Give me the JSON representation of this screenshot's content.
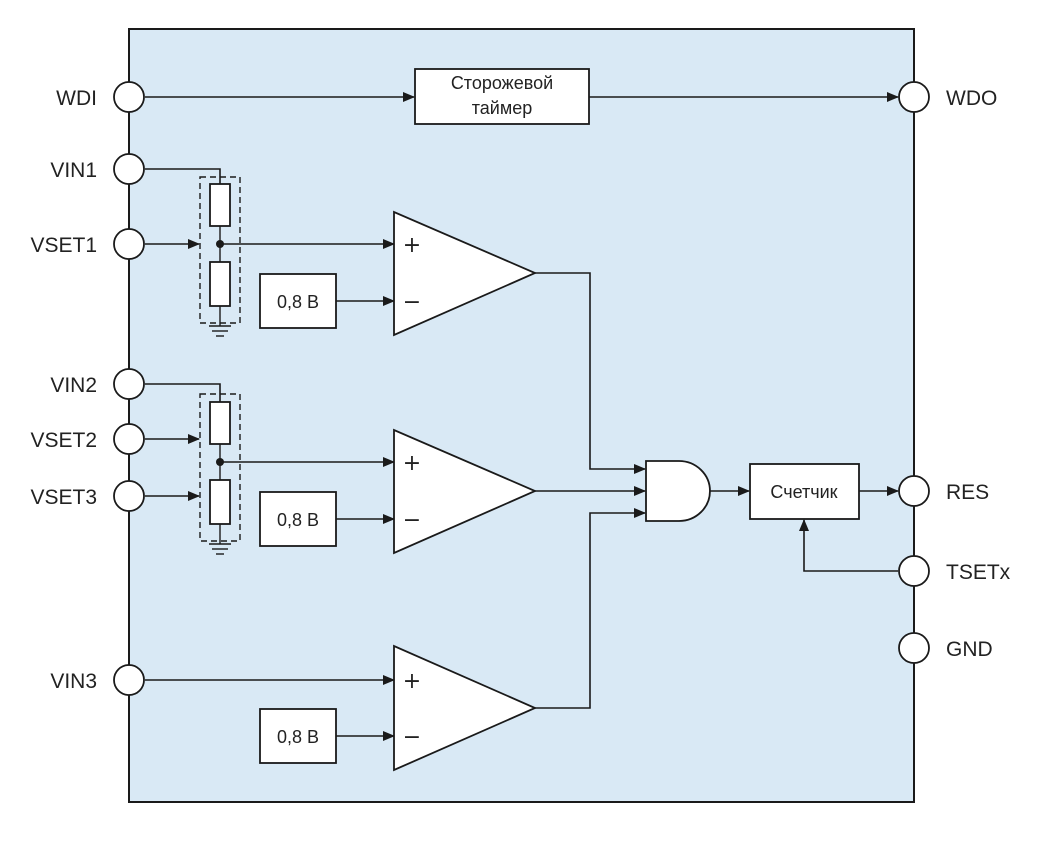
{
  "pins_left": {
    "wdi": "WDI",
    "vin1": "VIN1",
    "vset1": "VSET1",
    "vin2": "VIN2",
    "vset2": "VSET2",
    "vset3": "VSET3",
    "vin3": "VIN3"
  },
  "pins_right": {
    "wdo": "WDO",
    "res": "RES",
    "tsetx": "TSETx",
    "gnd": "GND"
  },
  "blocks": {
    "watchdog_line1": "Сторожевой",
    "watchdog_line2": "таймер",
    "counter": "Счетчик",
    "ref1": "0,8 В",
    "ref2": "0,8 В",
    "ref3": "0,8 В"
  },
  "comparator_signs": {
    "plus": "+",
    "minus": "−"
  },
  "colors": {
    "chip_fill": "#d9e9f5",
    "line": "#1a1a1a",
    "text": "#222222"
  }
}
